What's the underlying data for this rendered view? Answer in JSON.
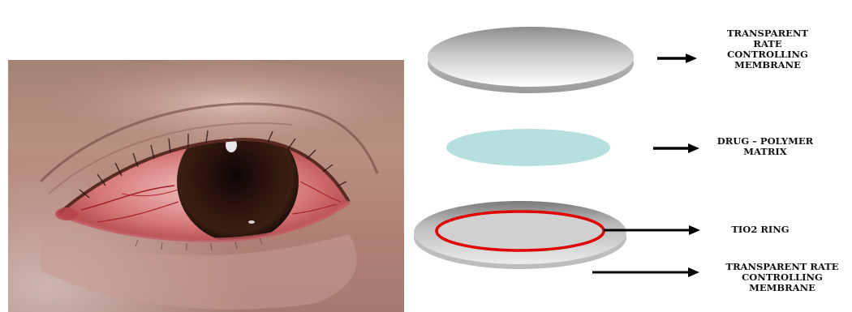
{
  "figure": {
    "photo": {
      "subject": "eye"
    },
    "layers": [
      {
        "id": "top-membrane",
        "label": "TRANSPARENT\nRATE\nCONTROLLING\nMEMBRANE"
      },
      {
        "id": "drug-matrix",
        "label": "DRUG – POLYMER\nMATRIX",
        "fill": "#b6dfe0"
      },
      {
        "id": "tio2-ring",
        "label": "TIO2 RING",
        "ring_color": "#e00000"
      },
      {
        "id": "bottom-membrane",
        "label": "TRANSPARENT RATE\nCONTROLLING\nMEMBRANE"
      }
    ]
  }
}
